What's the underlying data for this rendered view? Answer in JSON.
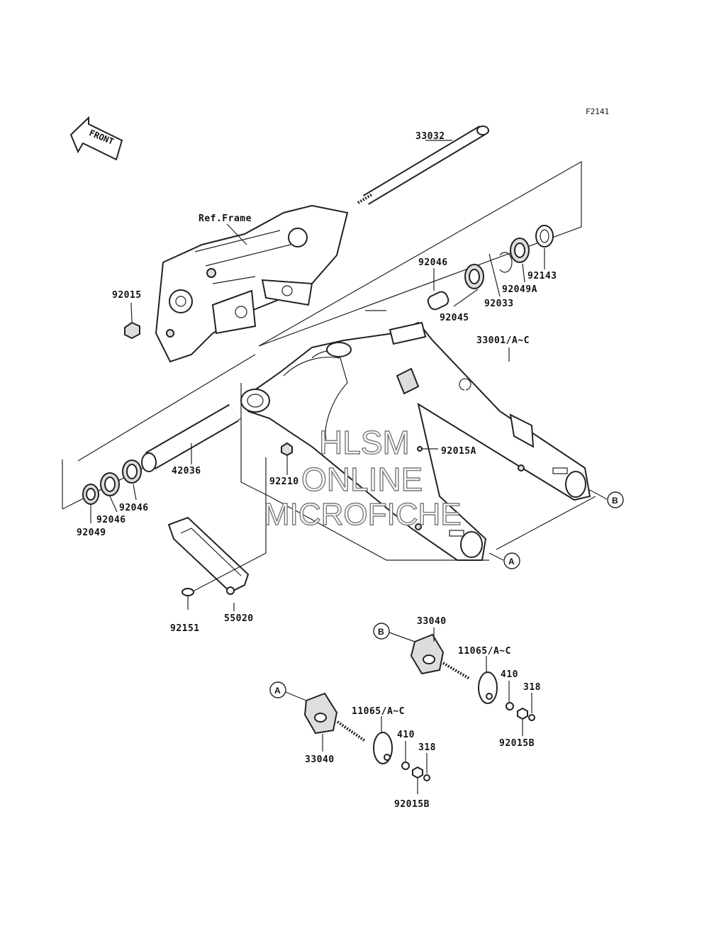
{
  "figure_code": "F2141",
  "front_label": "FRONT",
  "ref_frame": "Ref.Frame",
  "callouts": {
    "a": "A",
    "b": "B"
  },
  "watermark": {
    "line1": "HLSM",
    "line2": "ONLINE",
    "line3": "MICROFICHE"
  },
  "parts": {
    "p33032": "33032",
    "p92015": "92015",
    "p92046_top": "92046",
    "p92045": "92045",
    "p92033": "92033",
    "p92049a": "92049A",
    "p92143": "92143",
    "p33001": "33001/A~C",
    "p92015a": "92015A",
    "p92210": "92210",
    "p42036": "42036",
    "p92046_a": "92046",
    "p92046_b": "92046",
    "p92049": "92049",
    "p55020": "55020",
    "p92151": "92151",
    "p33040_b": "33040",
    "p11065_b": "11065/A~C",
    "p410_b": "410",
    "p318_b": "318",
    "p92015b_b": "92015B",
    "p33040_a": "33040",
    "p11065_a": "11065/A~C",
    "p410_a": "410",
    "p318_a": "318",
    "p92015b_a": "92015B"
  }
}
